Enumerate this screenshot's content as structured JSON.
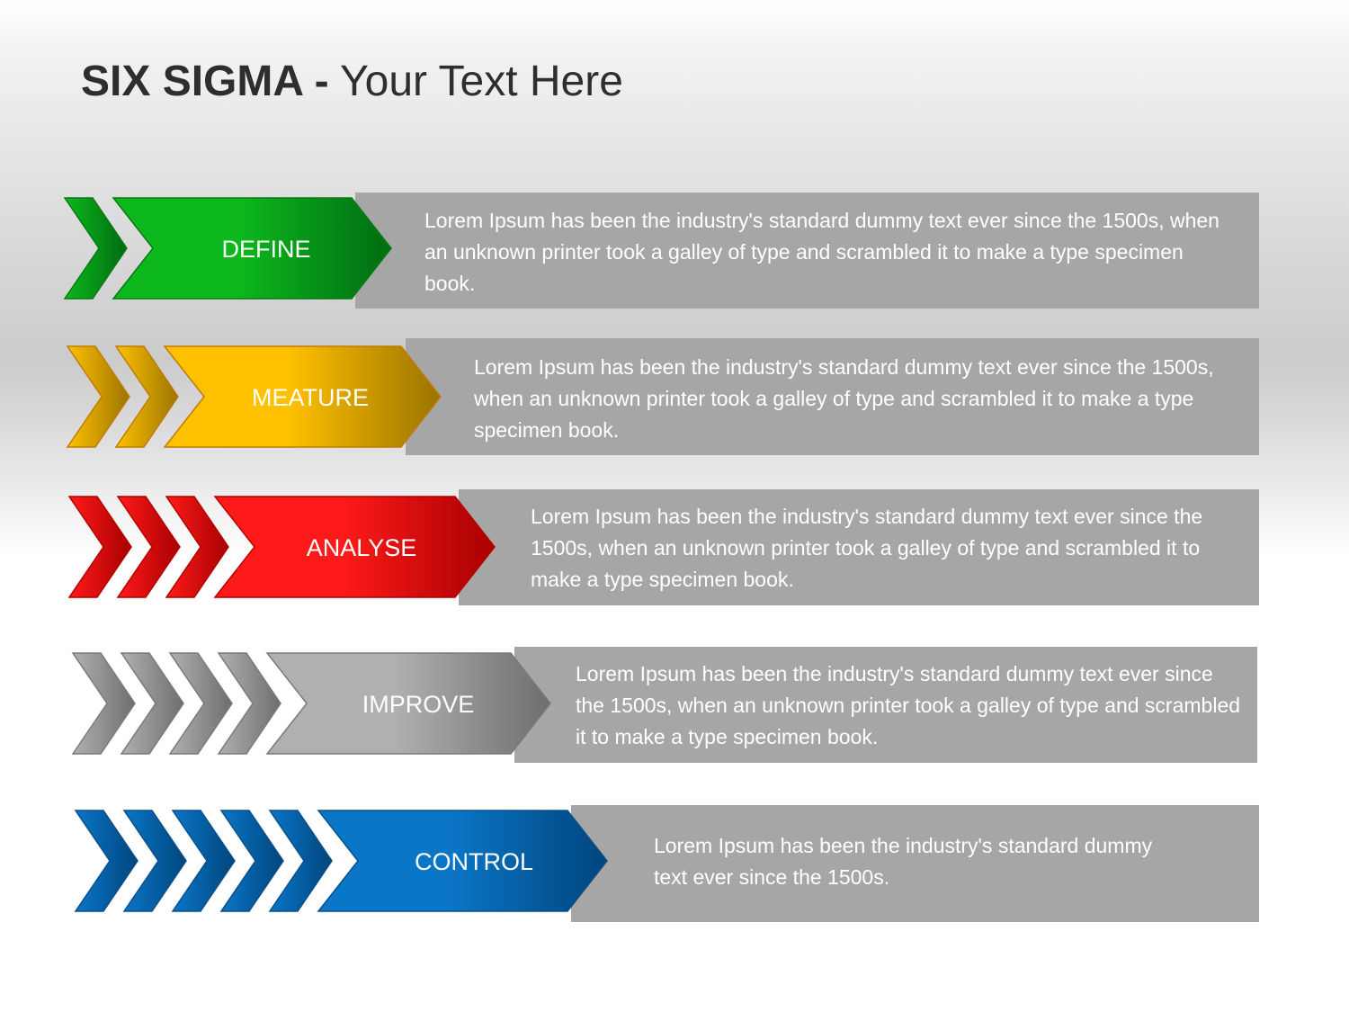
{
  "title": {
    "bold": "SIX SIGMA -",
    "regular": " Your Text Here"
  },
  "steps": [
    {
      "label": "DEFINE",
      "chevrons": 1,
      "description": "Lorem Ipsum has been the industry's standard dummy text ever since the 1500s, when an unknown printer took a galley of type and scrambled it to make a type specimen book.",
      "color_light": "#0cb81c",
      "color_dark": "#006b12",
      "color_stroke": "#077a12"
    },
    {
      "label": "MEATURE",
      "chevrons": 2,
      "description": "Lorem Ipsum has been the industry's standard dummy text ever since the 1500s, when an unknown printer took a galley of type and scrambled it to make a type specimen book.",
      "color_light": "#ffc000",
      "color_dark": "#9a7400",
      "color_stroke": "#c27b00"
    },
    {
      "label": "ANALYSE",
      "chevrons": 3,
      "description": "Lorem Ipsum has been the industry's standard dummy text ever since the 1500s, when an unknown printer took a galley of type and scrambled it to make a type specimen book.",
      "color_light": "#ff1a1a",
      "color_dark": "#a80000",
      "color_stroke": "#b30000"
    },
    {
      "label": "IMPROVE",
      "chevrons": 4,
      "description": "Lorem Ipsum has been the industry's standard dummy text ever since the 1500s, when an unknown printer took a galley of type and scrambled it to make a type specimen book.",
      "color_light": "#b0b0b0",
      "color_dark": "#6e6e6e",
      "color_stroke": "#7a7a7a"
    },
    {
      "label": "CONTROL",
      "chevrons": 5,
      "description": "Lorem Ipsum has been the industry's standard dummy text ever since the 1500s.",
      "color_light": "#0a76c8",
      "color_dark": "#00457c",
      "color_stroke": "#0b4f8a"
    }
  ]
}
